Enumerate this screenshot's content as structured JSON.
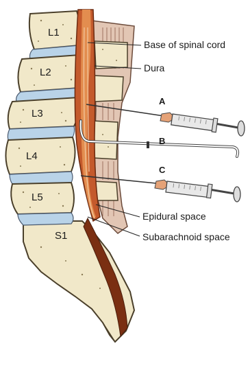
{
  "vertebrae": [
    "L1",
    "L2",
    "L3",
    "L4",
    "L5",
    "S1"
  ],
  "labels": {
    "base_spinal_cord": "Base of spinal cord",
    "dura": "Dura",
    "epidural_space": "Epidural space",
    "subarachnoid_space": "Subarachnoid space"
  },
  "markers": {
    "a": "A",
    "b": "B",
    "c": "C"
  },
  "colors": {
    "bone": "#f1e8c9",
    "bone_outline": "#4a3f2a",
    "disc": "#b9d3e8",
    "cord_dark": "#b4522a",
    "cord_light": "#e38d4f",
    "ligament": "#c79a8a",
    "syringe_barrel": "#e8e8e8",
    "plunger_tip": "#e5a277"
  }
}
